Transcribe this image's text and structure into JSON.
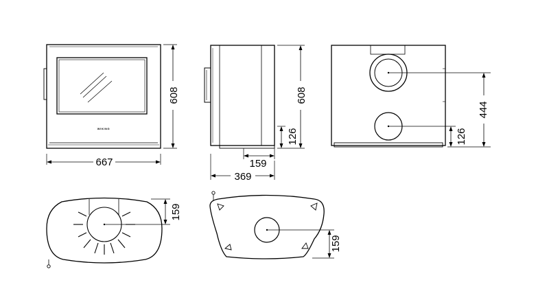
{
  "front_view": {
    "width_dim": "667",
    "height_dim": "608",
    "brand": "WIKING"
  },
  "side_view": {
    "height_dim": "608",
    "inlet_height_dim": "126",
    "depth_dim": "369",
    "flue_offset_dim": "159"
  },
  "rear_view": {
    "outlet_height_dim": "444",
    "inlet_height_dim": "126"
  },
  "top_view": {
    "flue_offset_dim": "159"
  },
  "base_view": {
    "inlet_offset_dim": "159"
  }
}
